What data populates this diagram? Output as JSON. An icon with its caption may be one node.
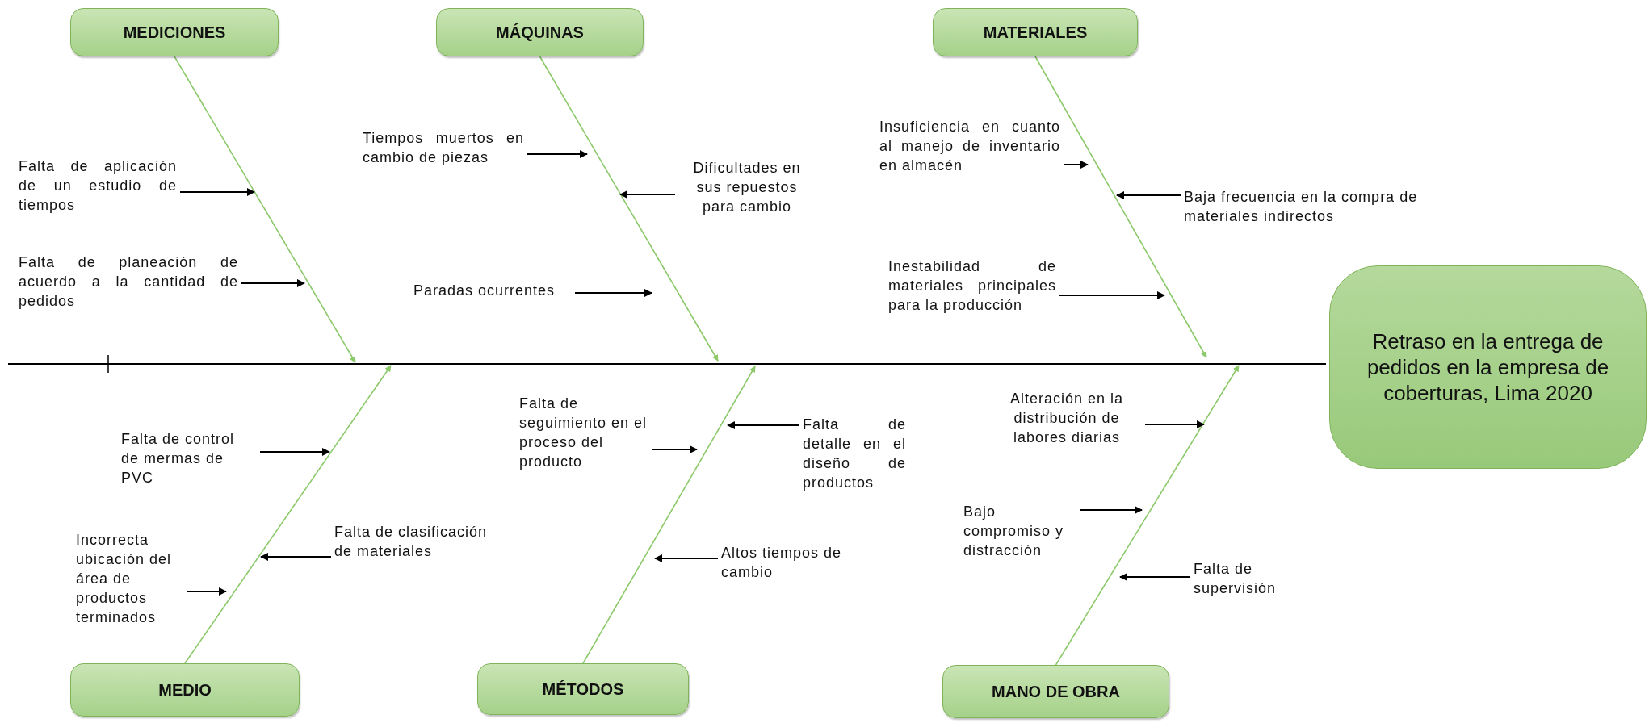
{
  "diagram": {
    "nodes": [
      {
        "text": [
          "MEDICIONES"
        ]
      },
      {
        "text": [
          "MÁQUINAS"
        ]
      },
      {
        "text": [
          "MATERIALES"
        ]
      },
      {
        "text": [
          "Falta de aplicación de un estudio de tiempos"
        ]
      },
      {
        "text": [
          "Falta de planeación de acuerdo a la cantidad de pedidos"
        ]
      },
      {
        "text": [
          "Tiempos muertos en cambio de piezas"
        ]
      },
      {
        "text": [
          "Dificultades en sus repuestos para cambio"
        ]
      },
      {
        "text": [
          "Paradas ocurrentes"
        ]
      },
      {
        "text": [
          "Insuficiencia en cuanto al manejo de inventario en almacén"
        ]
      },
      {
        "text": [
          "Baja frecuencia en la compra de materiales indirectos"
        ]
      },
      {
        "text": [
          "Inestabilidad de materiales principales para la producción"
        ]
      },
      {
        "text": [
          "Retraso en la entrega de pedidos en la empresa de coberturas, Lima 2020"
        ]
      },
      {
        "text": [
          "Falta de control de mermas de PVC"
        ]
      },
      {
        "text": [
          "Falta de clasificación de materiales"
        ]
      },
      {
        "text": [
          "Incorrecta ubicación del área de productos terminados"
        ]
      },
      {
        "text": [
          "Falta de seguimiento en el proceso del producto"
        ]
      },
      {
        "text": [
          "Falta de detalle en el diseño de productos"
        ]
      },
      {
        "text": [
          "Altos tiempos de cambio"
        ]
      },
      {
        "text": [
          "Alteración en la distribución de labores diarias"
        ]
      },
      {
        "text": [
          "Bajo compromiso y distracción"
        ]
      },
      {
        "text": [
          "Falta de supervisión"
        ]
      },
      {
        "text": [
          "MEDIO"
        ]
      },
      {
        "text": [
          "MÉTODOS"
        ]
      },
      {
        "text": [
          "MANO DE OBRA"
        ]
      }
    ],
    "edges": [
      {
        "from": 0,
        "to": null,
        "arrow": "to",
        "color": "#8cc96a"
      },
      {
        "from": 1,
        "to": null,
        "arrow": "to",
        "color": "#8cc96a"
      },
      {
        "from": 2,
        "to": null,
        "arrow": "to",
        "color": "#8cc96a"
      },
      {
        "from": 21,
        "to": null,
        "arrow": "to",
        "color": "#8cc96a"
      },
      {
        "from": 22,
        "to": null,
        "arrow": "to",
        "color": "#8cc96a"
      },
      {
        "from": 23,
        "to": null,
        "arrow": "to",
        "color": "#8cc96a"
      },
      {
        "from": null,
        "to": 11,
        "arrow": "none"
      },
      {
        "from": 3,
        "to": null,
        "arrow": "to"
      },
      {
        "from": 4,
        "to": null,
        "arrow": "to"
      },
      {
        "from": 5,
        "to": null,
        "arrow": "to"
      },
      {
        "from": 6,
        "to": null,
        "arrow": "to"
      },
      {
        "from": 7,
        "to": null,
        "arrow": "to"
      },
      {
        "from": 8,
        "to": null,
        "arrow": "to"
      },
      {
        "from": 9,
        "to": null,
        "arrow": "to"
      },
      {
        "from": 10,
        "to": null,
        "arrow": "to"
      },
      {
        "from": 12,
        "to": null,
        "arrow": "to"
      },
      {
        "from": 13,
        "to": null,
        "arrow": "to"
      },
      {
        "from": 14,
        "to": null,
        "arrow": "to"
      },
      {
        "from": 15,
        "to": null,
        "arrow": "to"
      },
      {
        "from": 16,
        "to": null,
        "arrow": "to"
      },
      {
        "from": 17,
        "to": null,
        "arrow": "to"
      },
      {
        "from": 18,
        "to": null,
        "arrow": "to"
      },
      {
        "from": 19,
        "to": null,
        "arrow": "to"
      },
      {
        "from": 20,
        "to": null,
        "arrow": "to"
      }
    ]
  }
}
